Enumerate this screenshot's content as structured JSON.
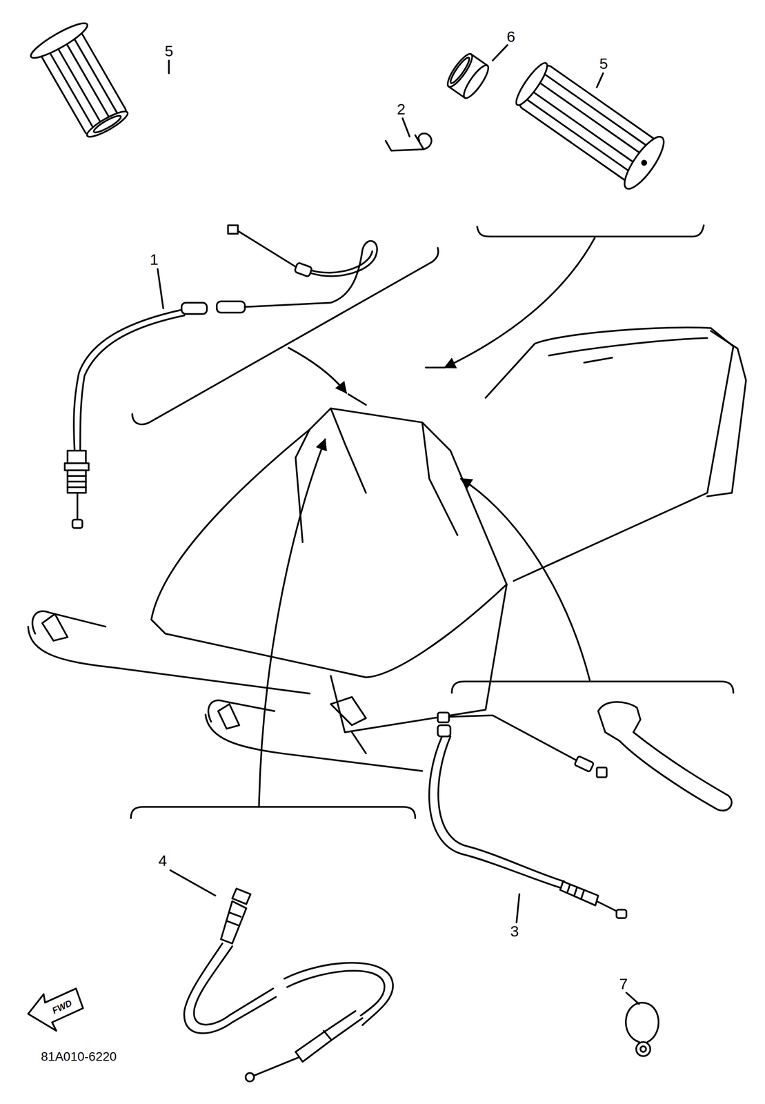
{
  "diagram": {
    "labels": [
      "5",
      "6",
      "5",
      "2",
      "1",
      "4",
      "3",
      "7",
      "FWD",
      "81A010-6220"
    ]
  }
}
